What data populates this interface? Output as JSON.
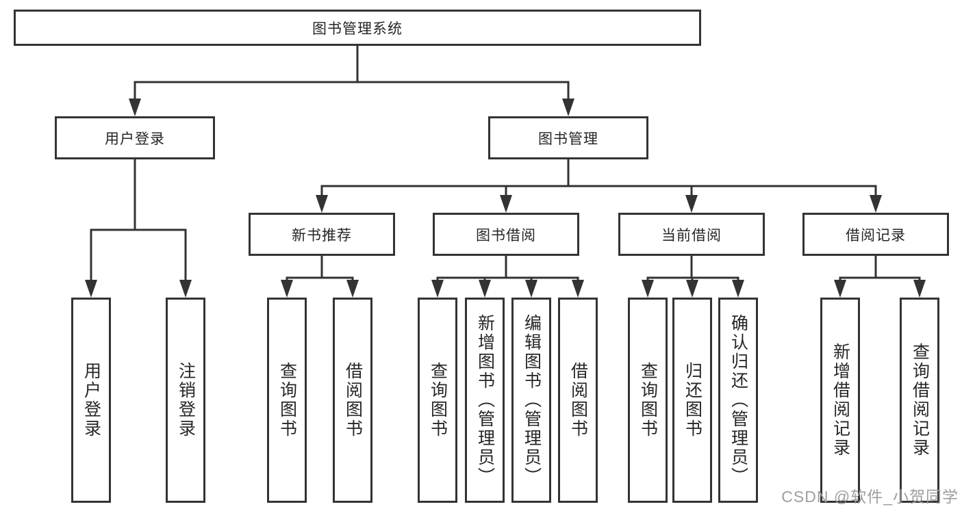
{
  "diagram": {
    "root": {
      "label": "图书管理系统"
    },
    "branches": [
      {
        "label": "用户登录",
        "children": [
          {
            "label": "用户登录"
          },
          {
            "label": "注销登录"
          }
        ]
      },
      {
        "label": "图书管理",
        "children": [
          {
            "label": "新书推荐",
            "children": [
              {
                "label": "查询图书"
              },
              {
                "label": "借阅图书"
              }
            ]
          },
          {
            "label": "图书借阅",
            "children": [
              {
                "label": "查询图书"
              },
              {
                "label": "新增图书（管理员）"
              },
              {
                "label": "编辑图书（管理员）"
              },
              {
                "label": "借阅图书"
              }
            ]
          },
          {
            "label": "当前借阅",
            "children": [
              {
                "label": "查询图书"
              },
              {
                "label": "归还图书"
              },
              {
                "label": "确认归还（管理员）"
              }
            ]
          },
          {
            "label": "借阅记录",
            "children": [
              {
                "label": "新增借阅记录"
              },
              {
                "label": "查询借阅记录"
              }
            ]
          }
        ]
      }
    ]
  },
  "watermark": {
    "text": "CSDN @软件_小贺同学"
  },
  "colors": {
    "line": "#333333",
    "box_background": "#ffffff",
    "text": "#262626",
    "watermark": "#9e9e9e"
  }
}
